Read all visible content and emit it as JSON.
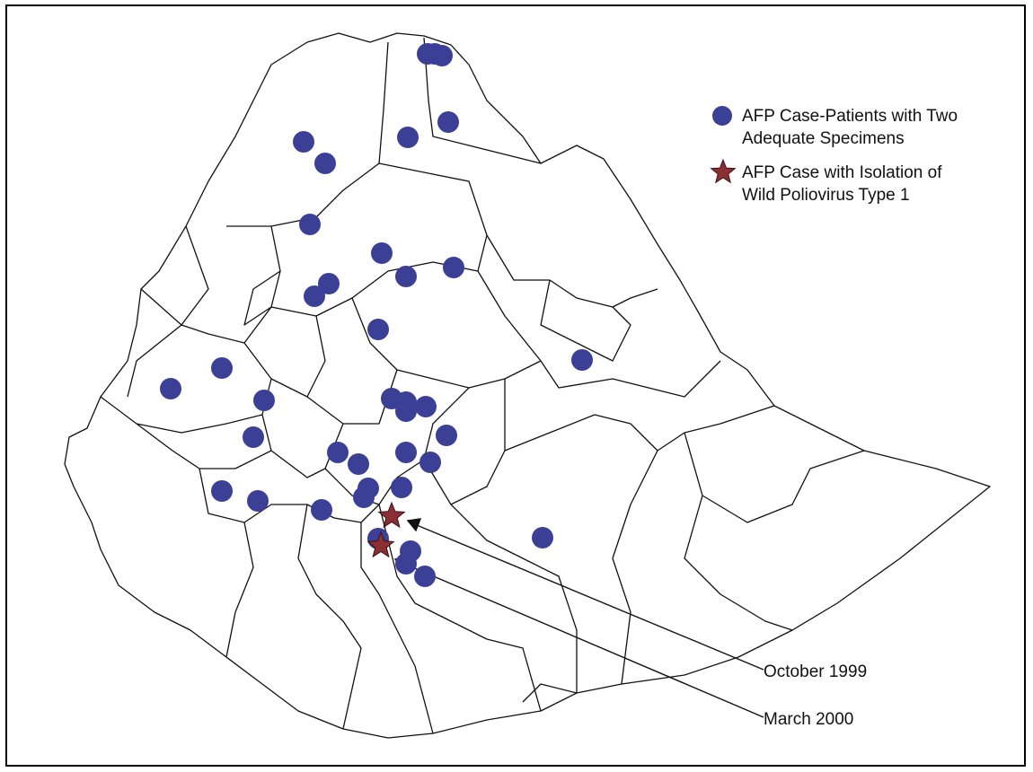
{
  "legend": {
    "case_label": "AFP Case-Patients with Two\nAdequate Specimens",
    "wild_label": "AFP Case with Isolation of\nWild Poliovirus Type 1",
    "case_color": "#3b3f96",
    "wild_color": "#8b2f35"
  },
  "annotations": {
    "first": "October 1999",
    "second": "March 2000"
  },
  "icons": {
    "case": "circle-marker",
    "wild": "star-marker"
  }
}
